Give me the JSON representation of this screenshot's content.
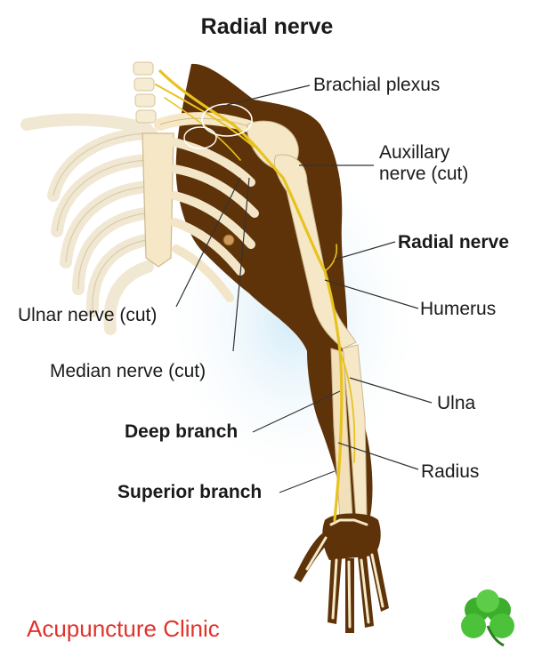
{
  "title": "Radial nerve",
  "labels": {
    "brachial_plexus": "Brachial plexus",
    "auxillary_nerve_line1": "Auxillary",
    "auxillary_nerve_line2": "nerve (cut)",
    "radial_nerve": "Radial nerve",
    "humerus": "Humerus",
    "ulnar_nerve": "Ulnar nerve (cut)",
    "median_nerve": "Median nerve (cut)",
    "ulna": "Ulna",
    "deep_branch": "Deep branch",
    "radius": "Radius",
    "superior_branch": "Superior branch"
  },
  "watermark": {
    "text": "Acupuncture Clinic",
    "logo_icon": "shamrock-icon"
  },
  "colors": {
    "arm": "#5e3309",
    "bone": "#f6e8c6",
    "nerve": "#e8c21f",
    "rib_fade": "#f3ebd9",
    "watermark_text": "#e0332c",
    "shamrock": "#3cae2c"
  }
}
